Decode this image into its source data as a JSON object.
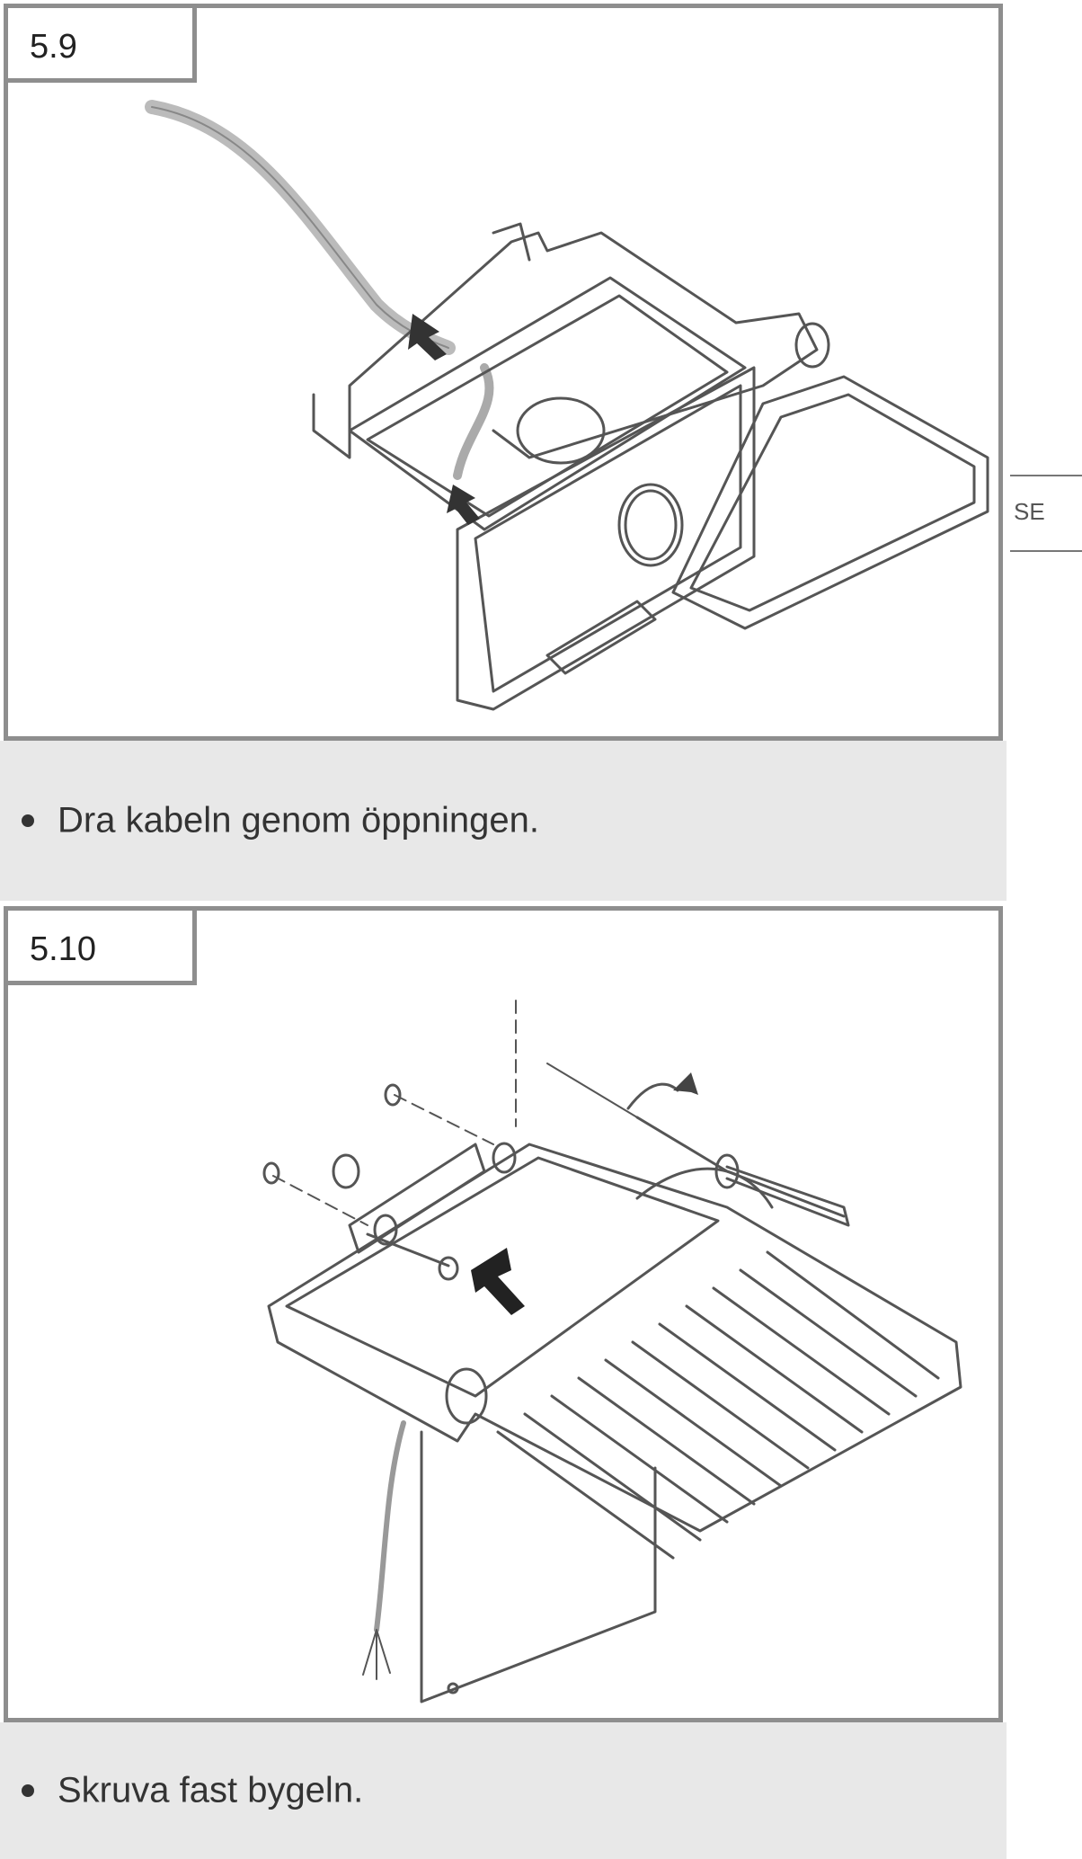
{
  "side_tab": {
    "language_code": "SE"
  },
  "steps": [
    {
      "number": "5.9",
      "instruction": "Dra kabeln genom öppningen."
    },
    {
      "number": "5.10",
      "instruction": "Skruva fast bygeln."
    }
  ]
}
